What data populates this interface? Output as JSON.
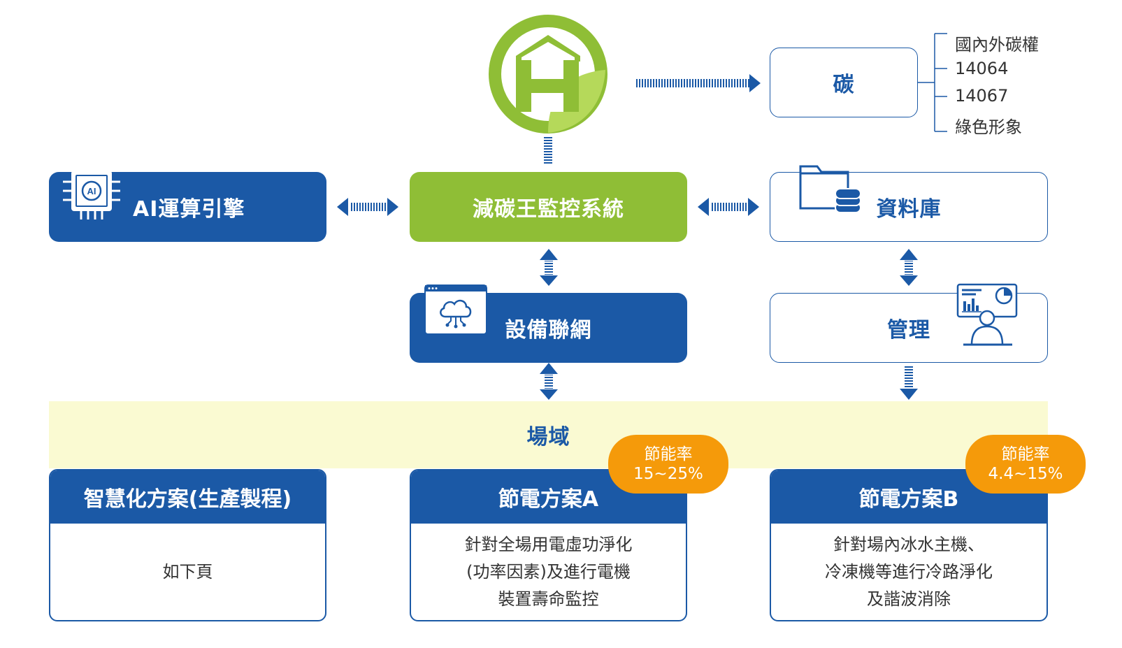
{
  "logo": {
    "icon": "house-leaf-logo",
    "colors": {
      "green": "#8fbe36",
      "light_green": "#b5d95a"
    }
  },
  "carbon": {
    "label": "碳",
    "items": [
      "國內外碳權",
      "14064",
      "14067",
      "綠色形象"
    ]
  },
  "ai_engine": {
    "label": "AI運算引擎",
    "icon": "ai-chip-icon"
  },
  "monitor_system": {
    "label": "減碳王監控系統"
  },
  "database": {
    "label": "資料庫",
    "icon": "folder-database-icon"
  },
  "iot": {
    "label": "設備聯網",
    "icon": "cloud-network-icon"
  },
  "management": {
    "label": "管理",
    "icon": "dashboard-person-icon"
  },
  "field": {
    "label": "場域",
    "color": "#fafad2"
  },
  "cards": [
    {
      "title": "智慧化方案(生產製程)",
      "lines": [
        "如下頁"
      ]
    },
    {
      "title": "節電方案A",
      "lines": [
        "針對全場用電虛功淨化",
        "(功率因素)及進行電機",
        "裝置壽命監控"
      ],
      "badge": {
        "label": "節能率",
        "value": "15~25%"
      }
    },
    {
      "title": "節電方案B",
      "lines": [
        "針對場內冰水主機、",
        "冷凍機等進行冷路淨化",
        "及諧波消除"
      ],
      "badge": {
        "label": "節能率",
        "value": "4.4~15%"
      }
    }
  ],
  "colors": {
    "blue": "#1b59a6",
    "green": "#8fbe36",
    "orange": "#f59a0a"
  }
}
